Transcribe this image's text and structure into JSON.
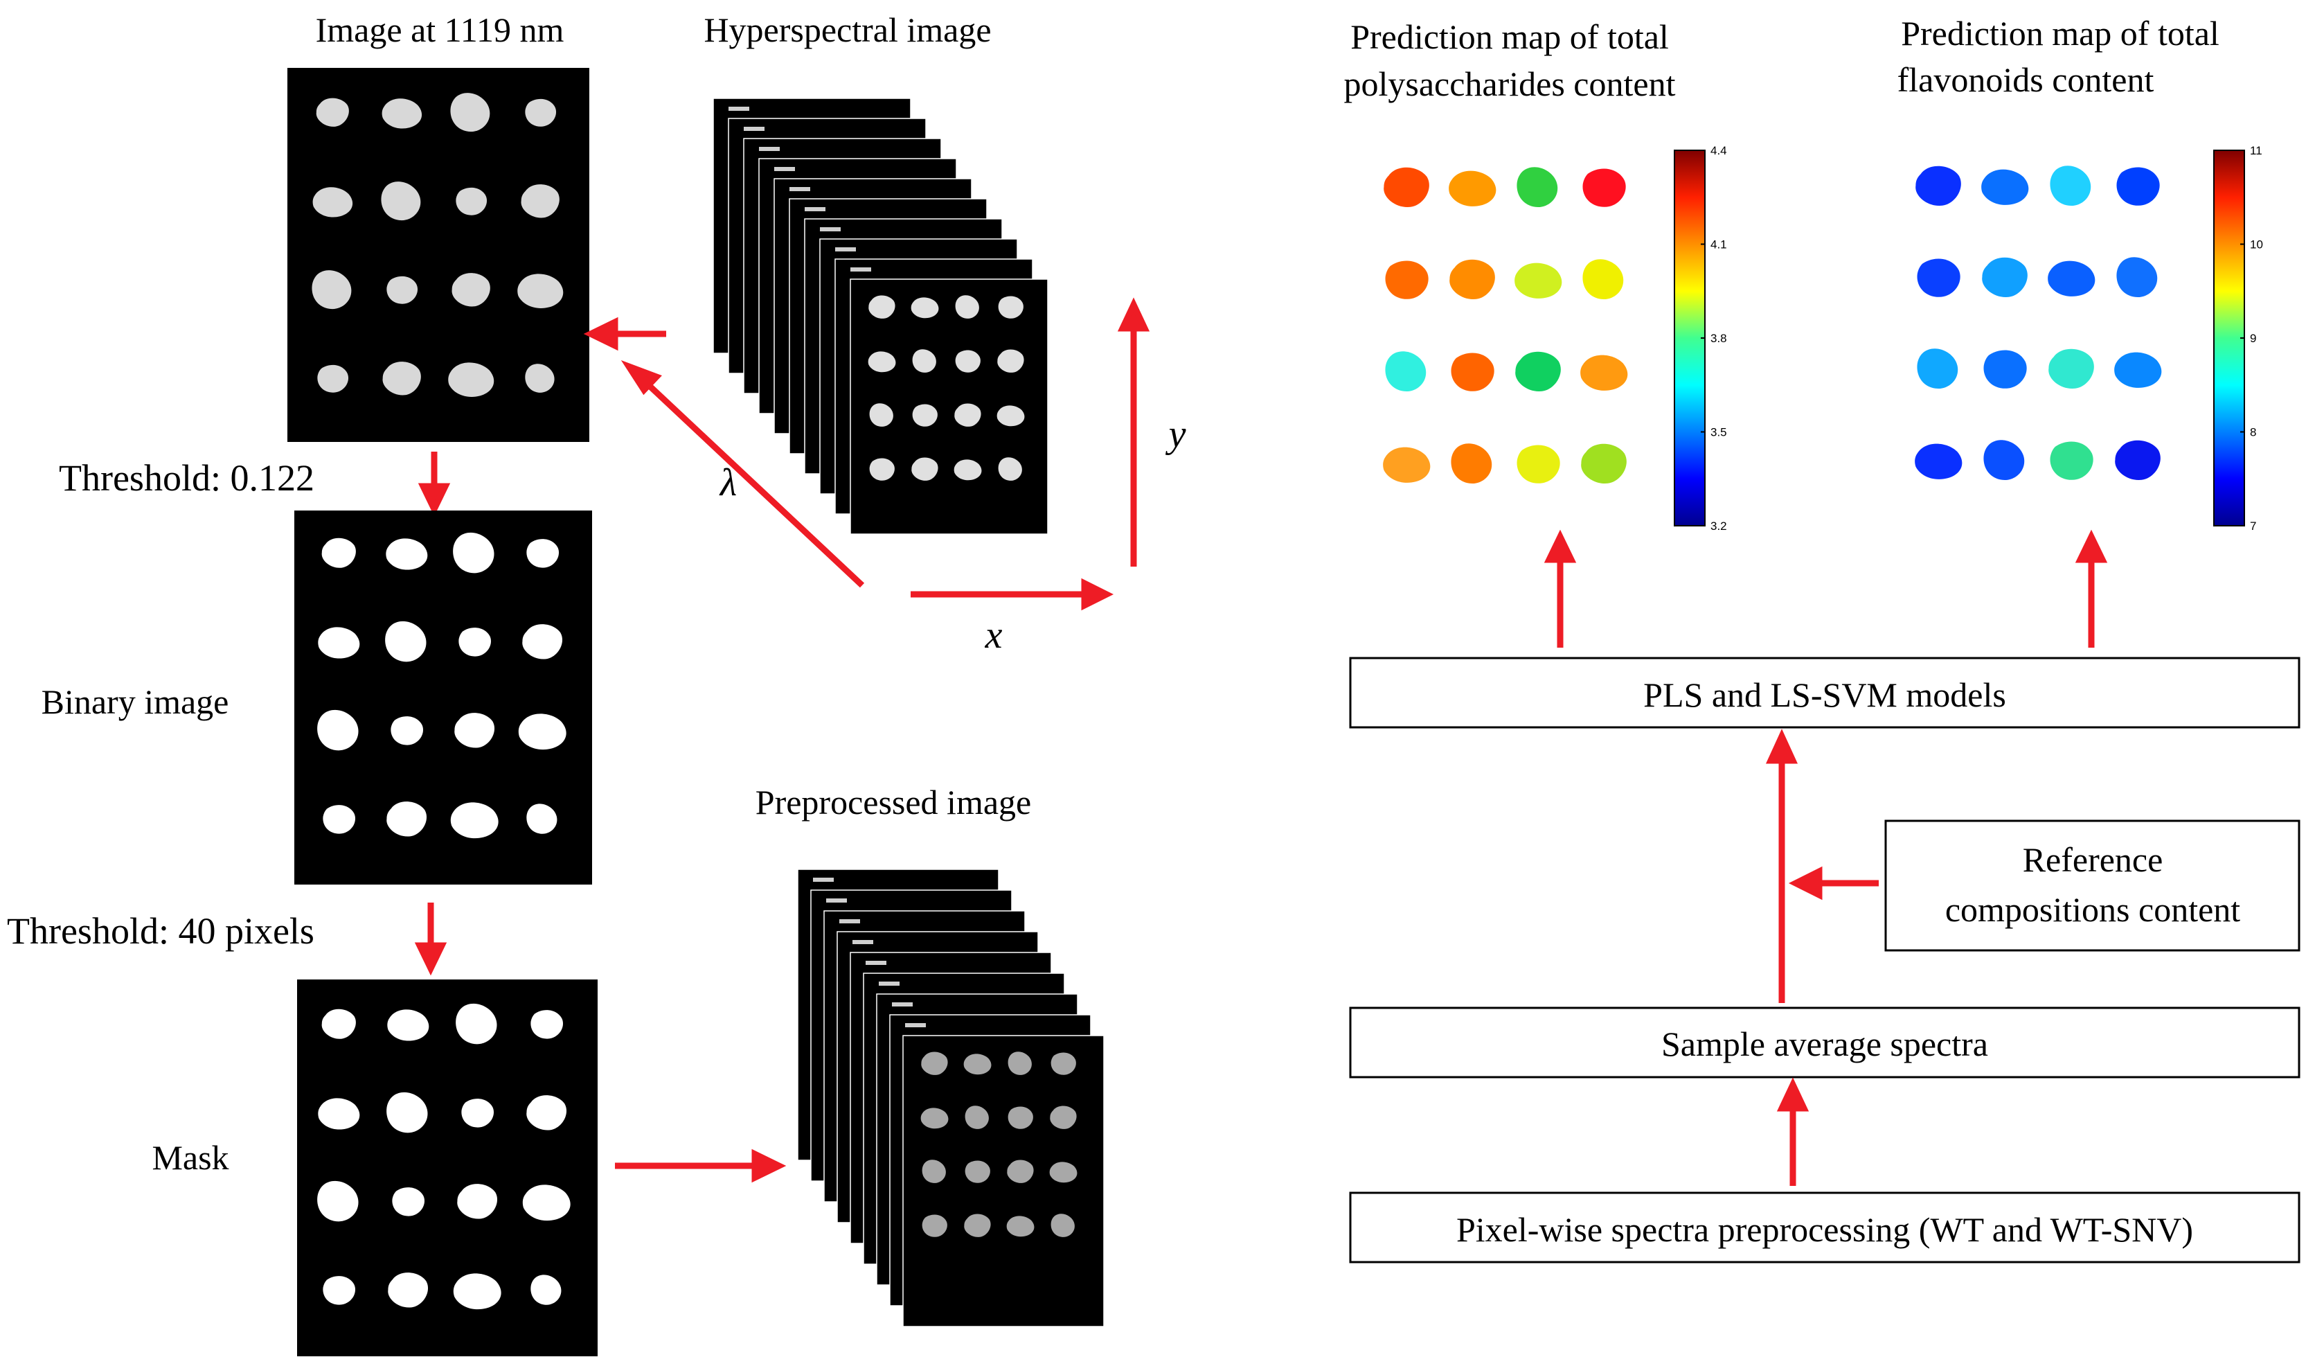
{
  "labels": {
    "image_1119": "Image at 1119 nm",
    "hyperspectral": "Hyperspectral image",
    "threshold1": "Threshold: 0.122",
    "binary": "Binary image",
    "threshold2": "Threshold: 40 pixels",
    "mask": "Mask",
    "preprocessed": "Preprocessed image",
    "axis_lambda": "λ",
    "axis_x": "x",
    "axis_y": "y",
    "pred_poly_line1": "Prediction map of total",
    "pred_poly_line2": "polysaccharides content",
    "pred_flav_line1": "Prediction map of total",
    "pred_flav_line2": "flavonoids content",
    "box_models": "PLS and LS-SVM models",
    "box_reference_line1": "Reference",
    "box_reference_line2": "compositions content",
    "box_average": "Sample average spectra",
    "box_preprocess": "Pixel-wise spectra preprocessing (WT and WT-SNV)"
  },
  "colorbar_poly": {
    "ticks": [
      "4.4",
      "4.1",
      "3.8",
      "3.5",
      "3.2"
    ],
    "min": 3.2,
    "max": 4.4
  },
  "colorbar_flav": {
    "ticks": [
      "11",
      "10",
      "9",
      "8",
      "7"
    ],
    "min": 7,
    "max": 11
  },
  "colors": {
    "arrow": "#ee1c25",
    "panel_bg": "#000000",
    "box_border": "#000000"
  }
}
